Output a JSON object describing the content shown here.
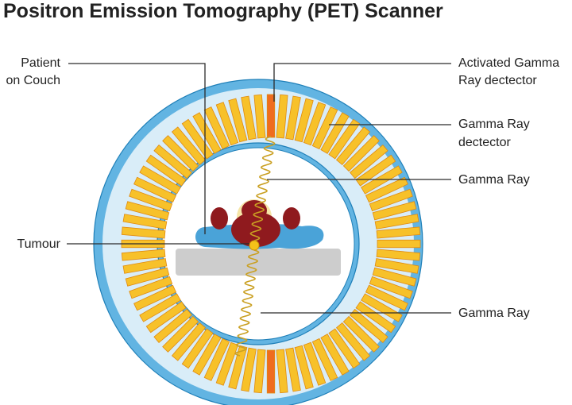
{
  "title": "Positron Emission Tomography (PET) Scanner",
  "labels": {
    "patient_line1": "Patient",
    "patient_line2": "on Couch",
    "tumour": "Tumour",
    "activated_line1": "Activated Gamma",
    "activated_line2": "Ray dectector",
    "detector_line1": "Gamma Ray",
    "detector_line2": "dectector",
    "gamma_ray_upper": "Gamma Ray",
    "gamma_ray_lower": "Gamma Ray"
  },
  "colors": {
    "ring_outer": "#62b4e2",
    "ring_inner": "#d9edf8",
    "detector": "#f7c12a",
    "detector_stroke": "#e08a10",
    "activated_detector": "#ef6c1f",
    "couch": "#cdcdcd",
    "patient_body": "#4aa3d8",
    "patient_head": "#8f1a1e",
    "tumour": "#f5c11a",
    "gamma_ray": "#caa022",
    "leader_line": "#2b2b2b"
  },
  "scanner": {
    "detector_count": 72,
    "activated_detectors": [
      "top",
      "bottom"
    ]
  }
}
